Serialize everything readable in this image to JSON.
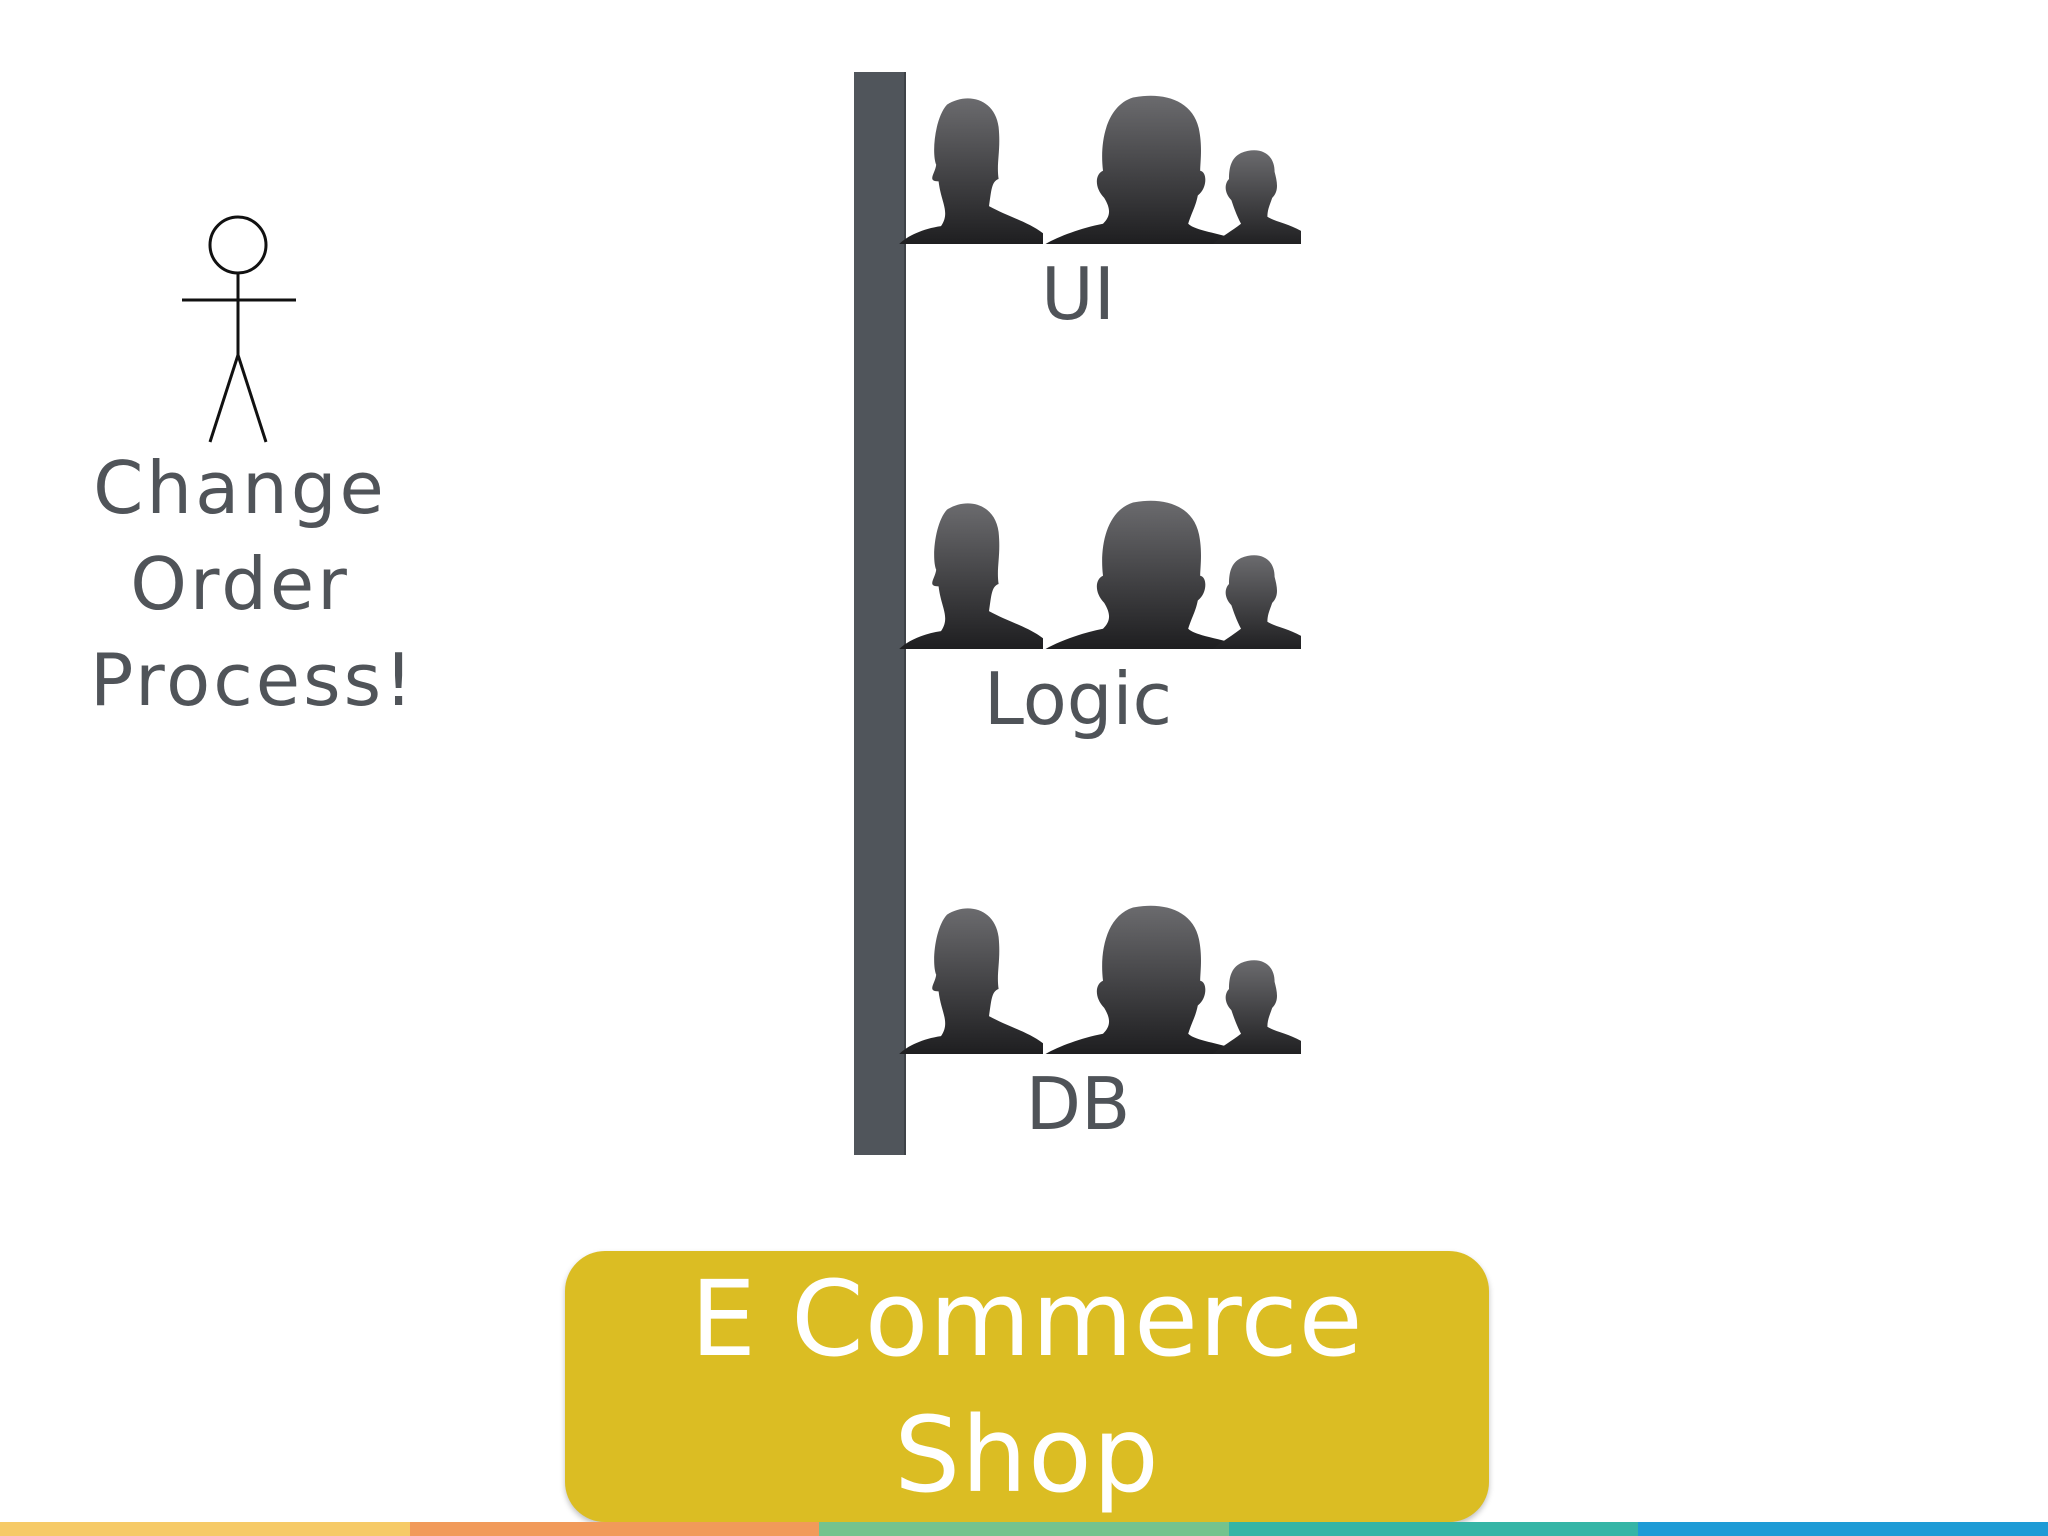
{
  "actor": {
    "label": "Change\nOrder\nProcess!"
  },
  "tiers": [
    {
      "label": "UI"
    },
    {
      "label": "Logic"
    },
    {
      "label": "DB"
    }
  ],
  "shop": {
    "label": "E Commerce\nShop"
  },
  "colors": {
    "pole": "#50555b",
    "shop": "#dbbd23",
    "people": "#2a2a2c",
    "text": "#4f5358",
    "stripes": [
      "#f6ca67",
      "#f19a5a",
      "#74c38d",
      "#35b5a6",
      "#1e9bd6"
    ]
  }
}
